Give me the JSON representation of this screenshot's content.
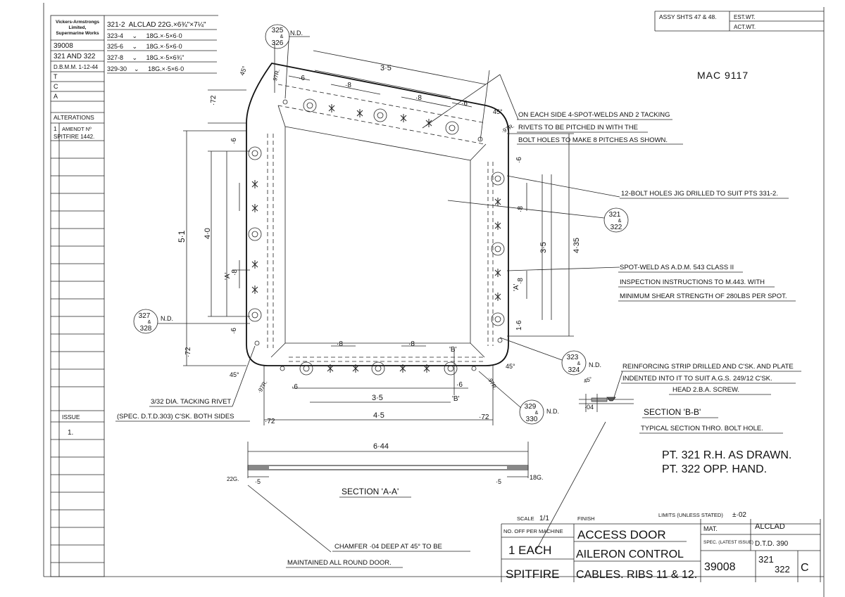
{
  "left_block": {
    "company": [
      "Vickers-Armstrongs",
      "Limited,",
      "Supermarine Works"
    ],
    "rows": [
      "39008",
      "321 AND 322",
      "D.B.M.M. 1-12-44",
      "T",
      "C",
      "A"
    ],
    "alterations_title": "ALTERATIONS",
    "amendment_no": "1",
    "amendment_label": "AMENDT Nº",
    "amendment_text": "SPITFIRE 1442.",
    "issue_label": "ISSUE",
    "issue_value": "1."
  },
  "parts_list": [
    "321-2  ALCLAD 22G.×6¾\"×7¼\"",
    "323-4     ⌄     18G.×·5×6·0",
    "325-6     ⌄     18G.×·5×6·0",
    "327-8     ⌄     18G.×·5×6¾\"",
    "329-30    ⌄     18G.×·5×6·0"
  ],
  "header": {
    "assy_sheets": "ASSY SHTS 47 & 48.",
    "est_wt": "EST.WT.",
    "act_wt": "ACT.WT.",
    "ref": "MAC 9117"
  },
  "callouts": {
    "c325": [
      "325",
      "&",
      "326"
    ],
    "c325_nd": "N.D.",
    "c321": [
      "321",
      "&",
      "322"
    ],
    "c327": [
      "327",
      "&",
      "328"
    ],
    "c327_nd": "N.D.",
    "c323": [
      "323",
      "&",
      "324"
    ],
    "c323_nd": "N.D.",
    "c329": [
      "329",
      "&",
      "330"
    ],
    "c329_nd": "N.D."
  },
  "notes": {
    "spot_welds": [
      "ON EACH SIDE 4-SPOT-WELDS AND 2 TACKING",
      "RIVETS TO BE PITCHED IN WITH THE",
      "BOLT HOLES TO MAKE 8 PITCHES AS SHOWN."
    ],
    "bolt_holes": "12-BOLT HOLES JIG DRILLED TO SUIT PTS 331-2.",
    "spot_weld_spec": [
      "SPOT-WELD AS A.D.M. 543 CLASS II",
      "INSPECTION INSTRUCTIONS TO M.443. WITH",
      "MINIMUM SHEAR STRENGTH OF 280LBS PER SPOT."
    ],
    "reinforcing": [
      "REINFORCING STRIP DRILLED AND C'SK. AND PLATE",
      "INDENTED INTO IT TO SUIT A.G.S. 249/12 C'SK.",
      "HEAD 2.B.A. SCREW."
    ],
    "tacking_rivet": [
      "3/32 DIA. TACKING RIVET",
      "(SPEC. D.T.D.303) C'SK. BOTH SIDES"
    ],
    "chamfer": [
      "CHAMFER ·04 DEEP AT 45° TO BE",
      "MAINTAINED ALL ROUND DOOR."
    ],
    "section_bb": "SECTION 'B-B'",
    "section_bb_sub": "TYPICAL SECTION THRO. BOLT HOLE.",
    "section_aa": "SECTION 'A-A'",
    "pt_rh": "PT. 321 R.H. AS DRAWN.",
    "pt_opp": "PT. 322 OPP. HAND."
  },
  "dimensions": {
    "top_35": "3·5",
    "top_8a": "·8",
    "top_8b": "·8",
    "top_6a": "·6",
    "top_6b": "·6",
    "top_72": "·72",
    "angle_45": "45°",
    "r97": "·97R.",
    "left_51": "5·1",
    "left_40": "4·0",
    "left_8": "·8",
    "left_6a": "·6",
    "left_6b": "·6",
    "left_72": "·72",
    "right_435": "4·35",
    "right_35": "3·5",
    "right_8a": "·8",
    "right_8b": "·8",
    "right_6a": "·6",
    "right_6b": "1·6",
    "bot_45": "4·5",
    "bot_35": "3·5",
    "bot_8a": "·8",
    "bot_8b": "·8",
    "bot_6a": "·6",
    "bot_6b": "·6",
    "bot_72a": "·72",
    "bot_72b": "·72",
    "sec_644": "6·44",
    "sec_5a": "·5",
    "sec_5b": "·5",
    "sec_22g": "22G.",
    "sec_18g": "18G.",
    "sec_04": "·04",
    "sec_45": "45°",
    "label_a": "'A'",
    "label_b": "'B'"
  },
  "title_block": {
    "scale_label": "SCALE",
    "scale_value": "1/1",
    "finish_label": "FINISH",
    "limits_label": "LIMITS (UNLESS STATED)",
    "limits_value": "±·02",
    "no_off_label": "NO. OFF PER MACHINE",
    "no_off_value": "1 EACH",
    "aircraft": "SPITFIRE",
    "title_1": "ACCESS DOOR",
    "title_2": "AILERON CONTROL",
    "title_3": "CABLES. RIBS 11 & 12.",
    "mat_label": "MAT.",
    "mat_value": "ALCLAD",
    "spec_label": "SPEC. (LATEST ISSUE)",
    "spec_value": "D.T.D. 390",
    "drawing_no": "39008",
    "part_nos_a": "321",
    "part_nos_b": "322",
    "issue_letter": "C"
  }
}
